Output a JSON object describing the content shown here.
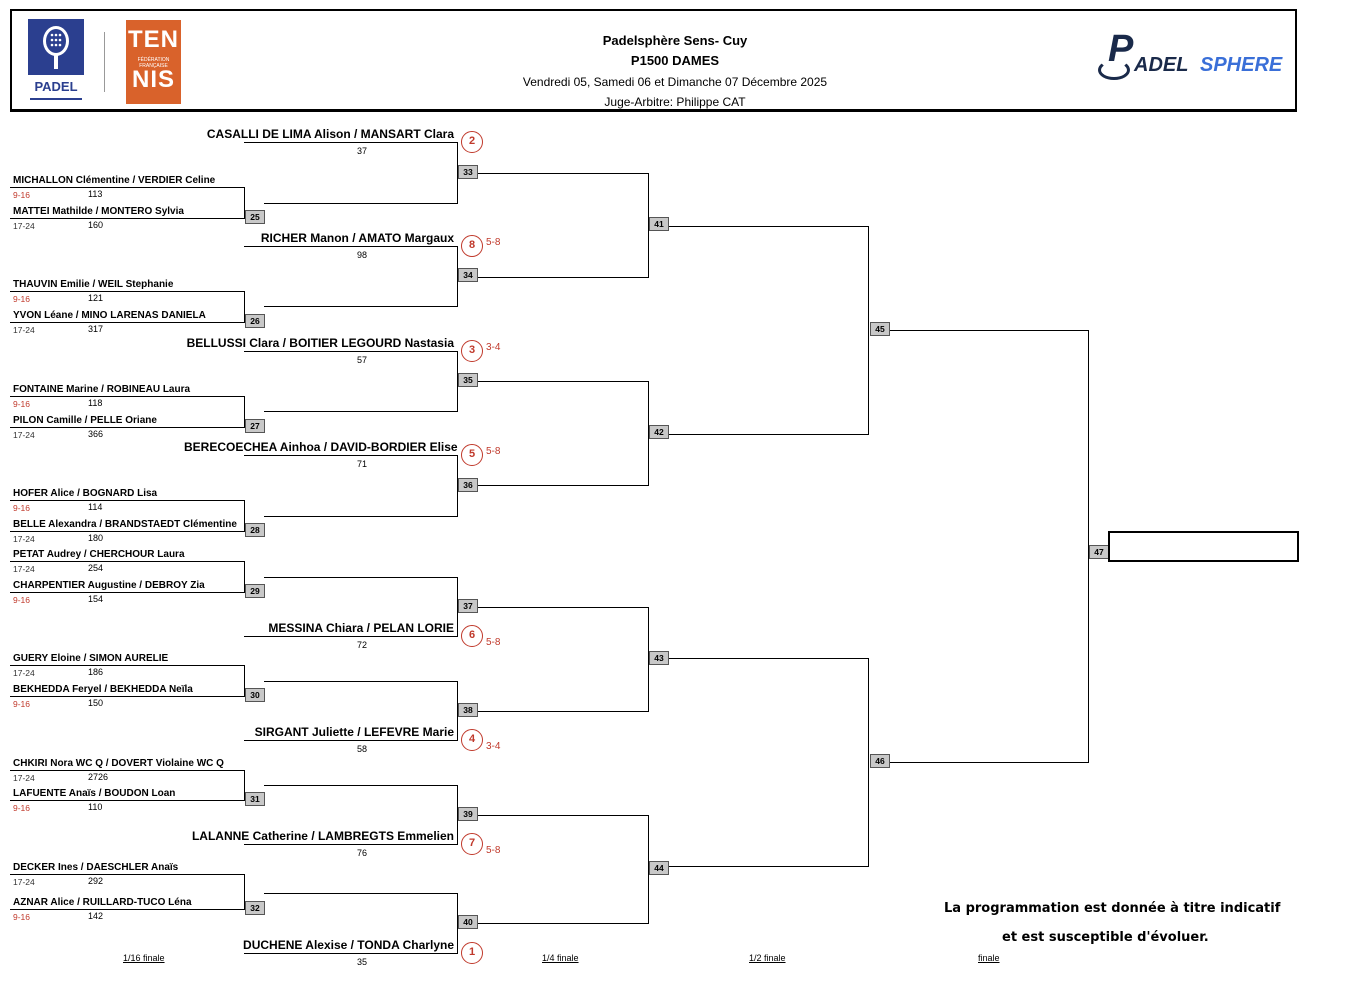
{
  "header": {
    "ffp_padel": "PADEL",
    "ffp_ten": "TEN",
    "ffp_fed": "FÉDÉRATION FRANÇAISE",
    "ffp_nis": "NIS",
    "title": "Padelsphère Sens- Cuy",
    "category": "P1500 DAMES",
    "dates": "Vendredi 05, Samedi 06 et Dimanche 07 Décembre 2025",
    "referee": "Juge-Arbitre: Philippe CAT",
    "logo_p": "P",
    "logo_adel": "ADEL",
    "logo_sphere": "SPHERE"
  },
  "r1": [
    {
      "team": "MICHALLON Clémentine / VERDIER Celine",
      "ages": "9-16",
      "rank": "113"
    },
    {
      "team": "MATTEI Mathilde / MONTERO Sylvia",
      "ages": "17-24",
      "rank": "160"
    },
    {
      "team": "THAUVIN Emilie / WEIL Stephanie",
      "ages": "9-16",
      "rank": "121"
    },
    {
      "team": "YVON Léane / MINO LARENAS DANIELA",
      "ages": "17-24",
      "rank": "317"
    },
    {
      "team": "FONTAINE Marine / ROBINEAU Laura",
      "ages": "9-16",
      "rank": "118"
    },
    {
      "team": "PILON Camille / PELLE Oriane",
      "ages": "17-24",
      "rank": "366"
    },
    {
      "team": "HOFER Alice / BOGNARD Lisa",
      "ages": "9-16",
      "rank": "114"
    },
    {
      "team": "BELLE Alexandra / BRANDSTAEDT Clémentine",
      "ages": "17-24",
      "rank": "180"
    },
    {
      "team": "PETAT Audrey / CHERCHOUR Laura",
      "ages": "17-24",
      "rank": "254"
    },
    {
      "team": "CHARPENTIER Augustine / DEBROY Zia",
      "ages": "9-16",
      "rank": "154"
    },
    {
      "team": "GUERY Eloine / SIMON AURELIE",
      "ages": "17-24",
      "rank": "186"
    },
    {
      "team": "BEKHEDDA Feryel / BEKHEDDA Neïla",
      "ages": "9-16",
      "rank": "150"
    },
    {
      "team": "CHKIRI Nora WC Q / DOVERT Violaine WC Q",
      "ages": "17-24",
      "rank": "2726"
    },
    {
      "team": "LAFUENTE Anaïs / BOUDON Loan",
      "ages": "9-16",
      "rank": "110"
    },
    {
      "team": "DECKER Ines / DAESCHLER Anaïs",
      "ages": "17-24",
      "rank": "292"
    },
    {
      "team": "AZNAR Alice / RUILLARD-TUCO Léna",
      "ages": "9-16",
      "rank": "142"
    }
  ],
  "seeds": [
    {
      "team": "CASALLI DE LIMA Alison / MANSART Clara",
      "rank": "37",
      "seed": "2",
      "label": ""
    },
    {
      "team": "RICHER Manon / AMATO Margaux",
      "rank": "98",
      "seed": "8",
      "label": "5-8"
    },
    {
      "team": "BELLUSSI Clara / BOITIER LEGOURD Nastasia",
      "rank": "57",
      "seed": "3",
      "label": "3-4"
    },
    {
      "team": "BERECOECHEA Ainhoa / DAVID-BORDIER Elise",
      "rank": "71",
      "seed": "5",
      "label": "5-8"
    },
    {
      "team": "MESSINA Chiara / PELAN LORIE",
      "rank": "72",
      "seed": "6",
      "label": "5-8"
    },
    {
      "team": "SIRGANT Juliette / LEFEVRE Marie",
      "rank": "58",
      "seed": "4",
      "label": "3-4"
    },
    {
      "team": "LALANNE Catherine / LAMBREGTS Emmelien",
      "rank": "76",
      "seed": "7",
      "label": "5-8"
    },
    {
      "team": "DUCHENE Alexise / TONDA Charlyne",
      "rank": "35",
      "seed": "1",
      "label": ""
    }
  ],
  "matches": {
    "m25": "25",
    "m26": "26",
    "m27": "27",
    "m28": "28",
    "m29": "29",
    "m30": "30",
    "m31": "31",
    "m32": "32",
    "m33": "33",
    "m34": "34",
    "m35": "35",
    "m36": "36",
    "m37": "37",
    "m38": "38",
    "m39": "39",
    "m40": "40",
    "m41": "41",
    "m42": "42",
    "m43": "43",
    "m44": "44",
    "m45": "45",
    "m46": "46",
    "m47": "47"
  },
  "rounds": {
    "r16": "1/16 finale",
    "r4": "1/4 finale",
    "r2": "1/2 finale",
    "final": "finale"
  },
  "notice": {
    "line1": "La programmation est donnée à titre indicatif",
    "line2": "et est susceptible d'évoluer."
  },
  "colors": {
    "ffp_blue": "#2b3f8f",
    "ffp_orange": "#d9622b",
    "seed_red": "#c0392b",
    "match_box": "#c8c8c8"
  }
}
